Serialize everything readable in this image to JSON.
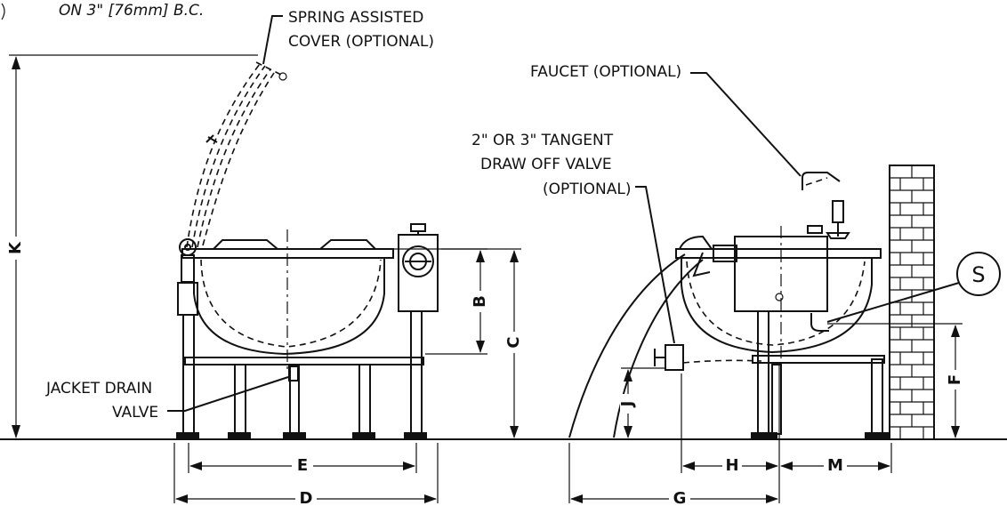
{
  "labels": {
    "bolt_circle": "ON 3\" [76mm] B.C.",
    "spring_line1": "SPRING ASSISTED",
    "spring_line2": "COVER (OPTIONAL)",
    "faucet": "FAUCET (OPTIONAL)",
    "tangent_line1": "2\" OR 3\" TANGENT",
    "tangent_line2": "DRAW OFF VALVE",
    "tangent_line3": "(OPTIONAL)",
    "jacket_line1": "JACKET DRAIN",
    "jacket_line2": "VALVE",
    "s_marker": "S"
  },
  "dimensions": {
    "k": "K",
    "b": "B",
    "c": "C",
    "e": "E",
    "d": "D",
    "j": "J",
    "f": "F",
    "h": "H",
    "m": "M",
    "g": "G"
  }
}
